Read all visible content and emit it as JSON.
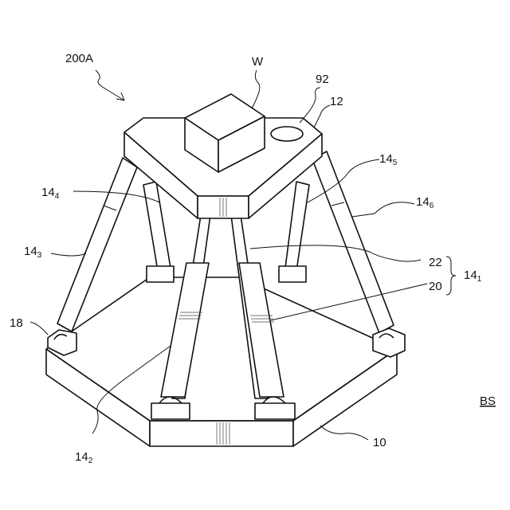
{
  "figure": {
    "labels": {
      "assembly": "200A",
      "workpiece": "W",
      "marker": "92",
      "top_plate": "12",
      "strut_1": "14",
      "strut_1_sub": "1",
      "strut_2": "14",
      "strut_2_sub": "2",
      "strut_3": "14",
      "strut_3_sub": "3",
      "strut_4": "14",
      "strut_4_sub": "4",
      "strut_5": "14",
      "strut_5_sub": "5",
      "strut_6": "14",
      "strut_6_sub": "6",
      "upper_part": "22",
      "lower_part": "20",
      "joint": "18",
      "base": "10",
      "base_system": "BS"
    }
  }
}
